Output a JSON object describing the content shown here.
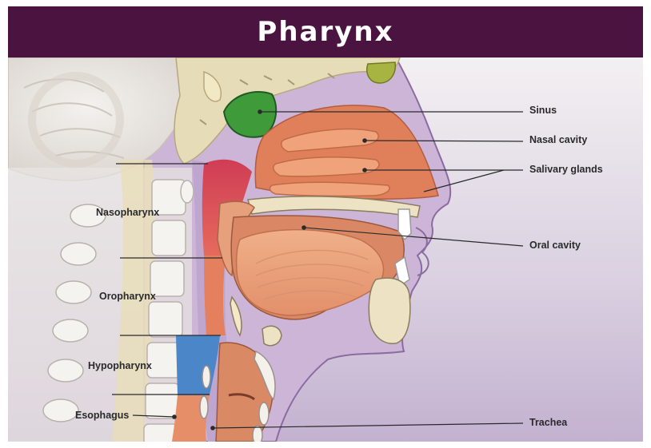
{
  "title": "Pharynx",
  "labels": {
    "sinus": "Sinus",
    "nasal_cavity": "Nasal cavity",
    "salivary_glands": "Salivary glands",
    "oral_cavity": "Oral cavity",
    "trachea": "Trachea",
    "nasopharynx": "Nasopharynx",
    "oropharynx": "Oropharynx",
    "hypopharynx": "Hypopharynx",
    "esophagus": "Esophagus"
  },
  "colors": {
    "title_bar": "#4a1340",
    "nasopharynx_region": "#d8475a",
    "hypopharynx_region": "#4a86c8",
    "sinus_fill": "#3f9a3a",
    "tissue": "#e58e68",
    "background_lavender": "#c9b8d6"
  }
}
